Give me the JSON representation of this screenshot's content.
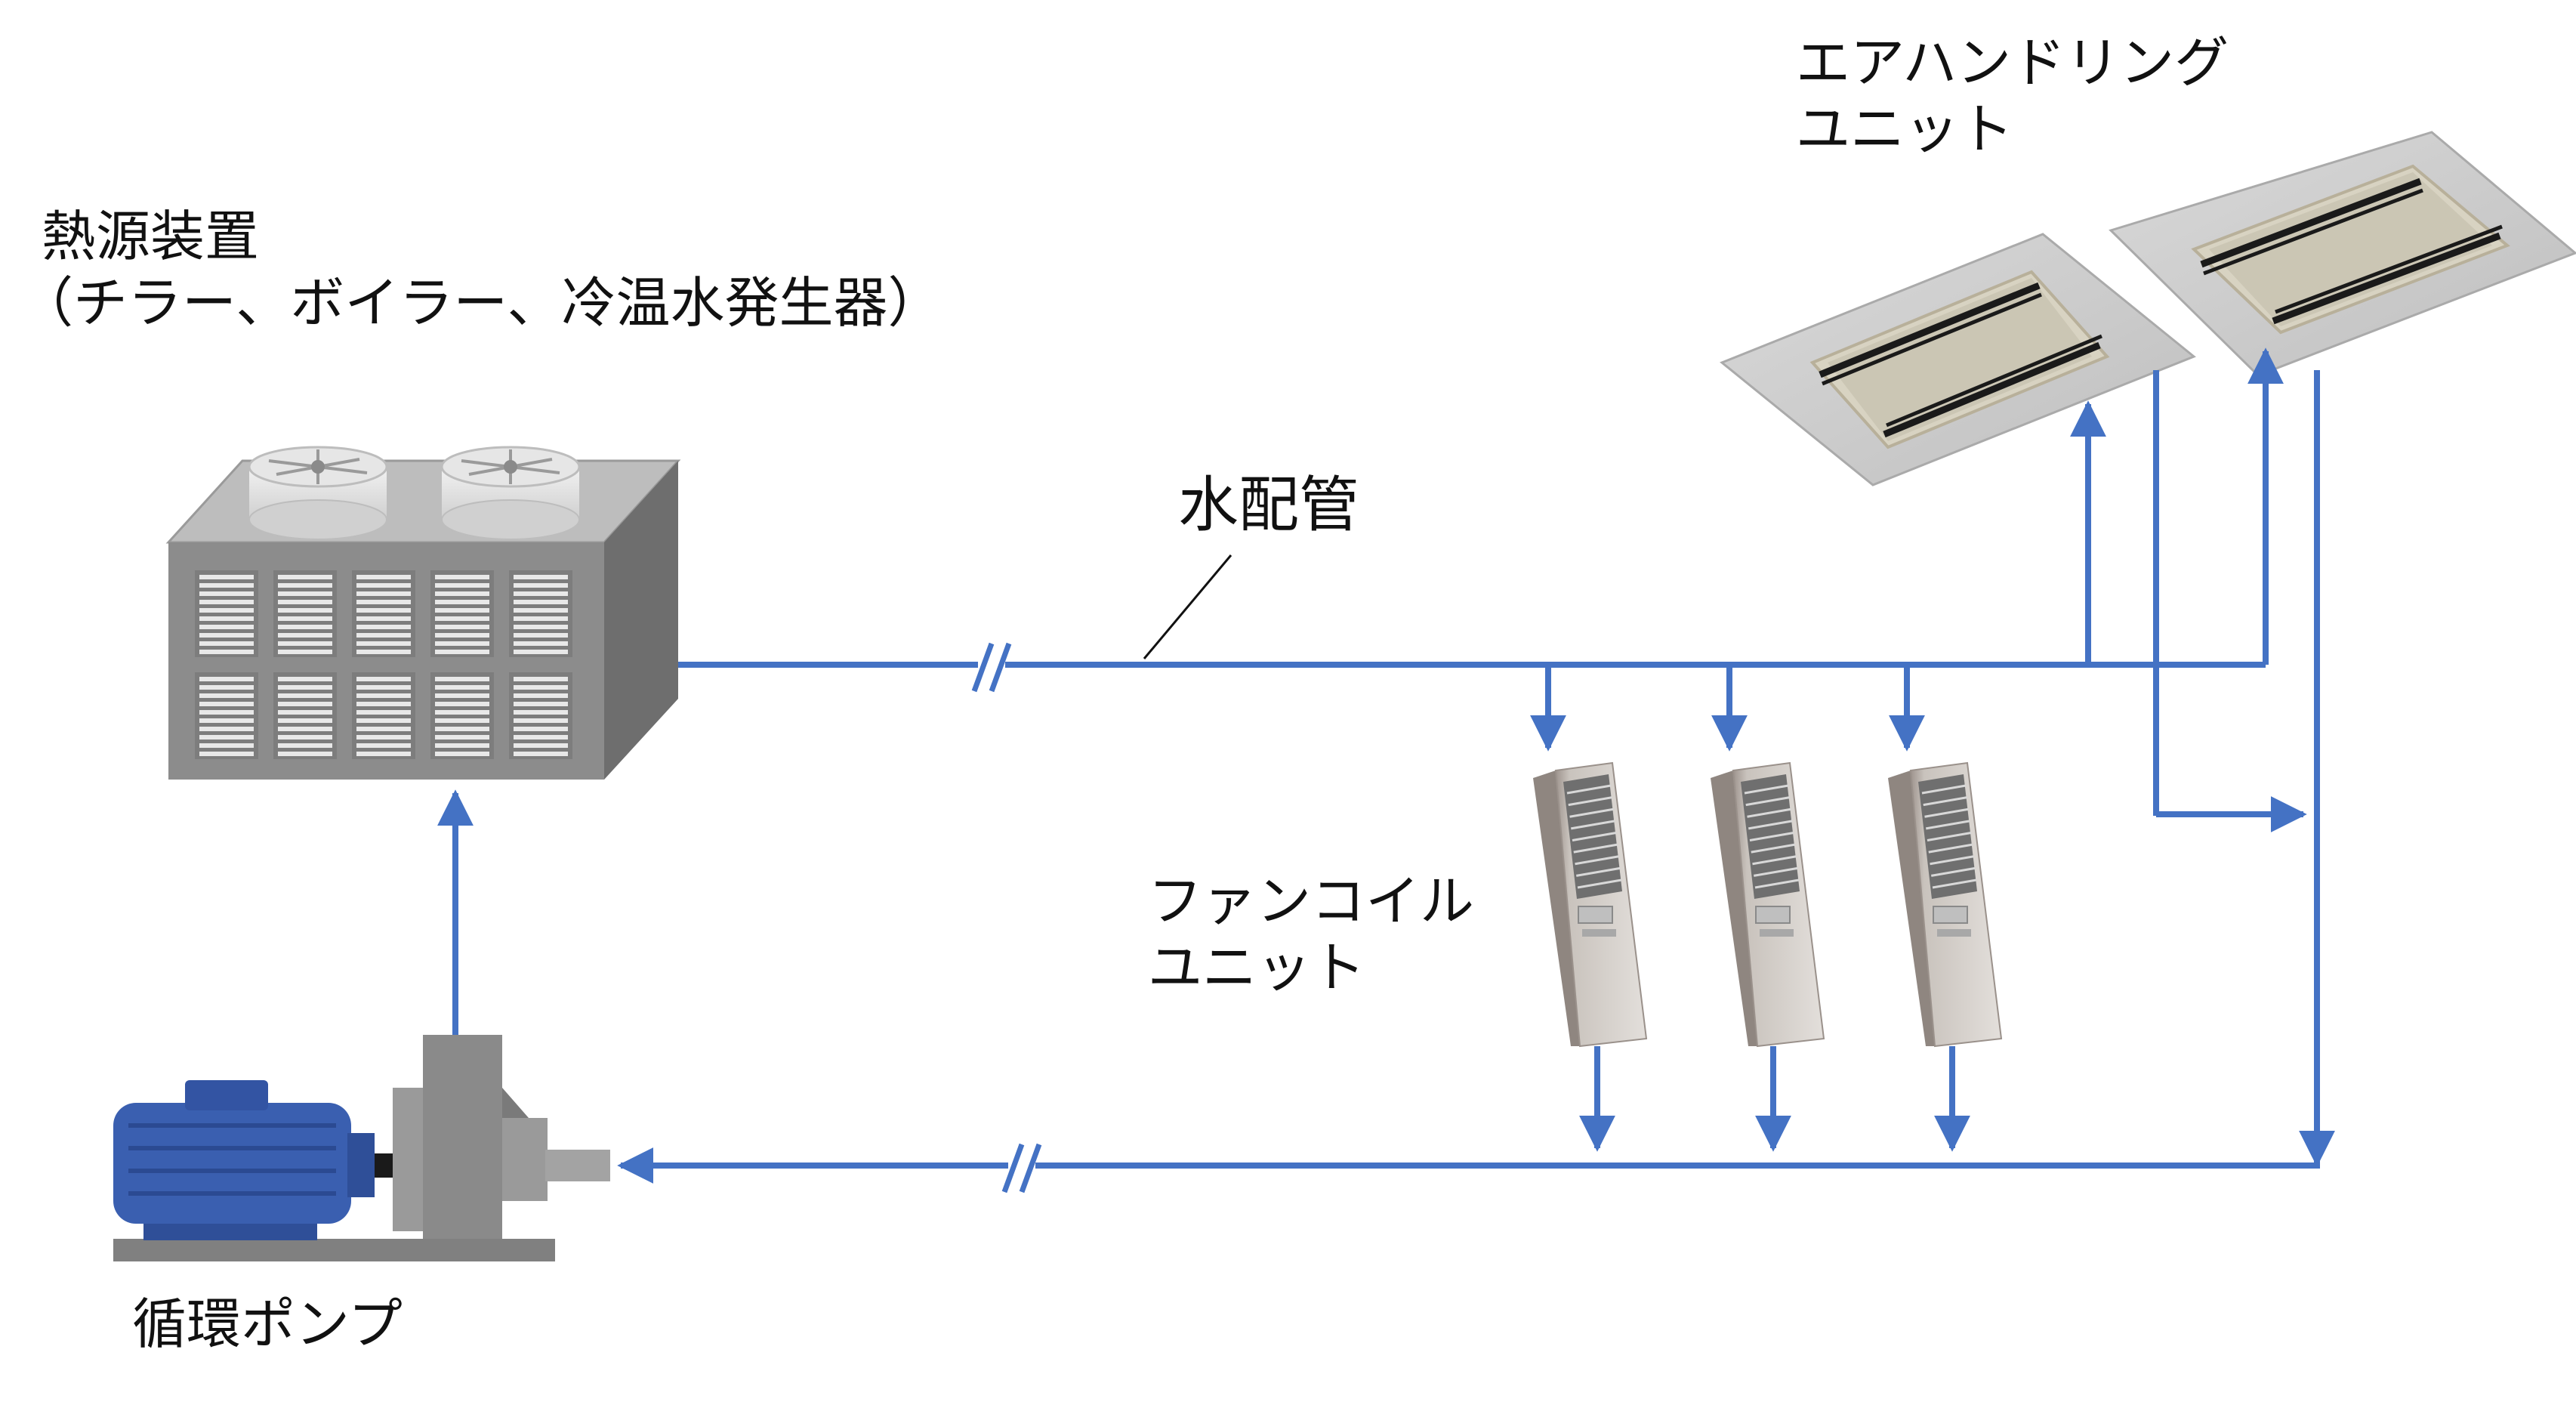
{
  "labels": {
    "heat_source": {
      "title": "熱源装置",
      "subtitle": "（チラー、ボイラー、冷温水発生器）"
    },
    "water_piping": "水配管",
    "air_handling_unit": {
      "line1": "エアハンドリング",
      "line2": "ユニット"
    },
    "fan_coil_unit": {
      "line1": "ファンコイル",
      "line2": "ユニット"
    },
    "circulation_pump": "循環ポンプ"
  },
  "colors": {
    "pipe": "#4472C4",
    "chiller_body": "#8C8C8C",
    "chiller_side": "#6E6E6E",
    "chiller_top": "#BDBDBD",
    "motor": "#3A5FB0",
    "pump_body": "#8A8A8A"
  },
  "components": {
    "fan_coil_units_count_shown": 3,
    "air_handling_units_count_shown": 2
  }
}
